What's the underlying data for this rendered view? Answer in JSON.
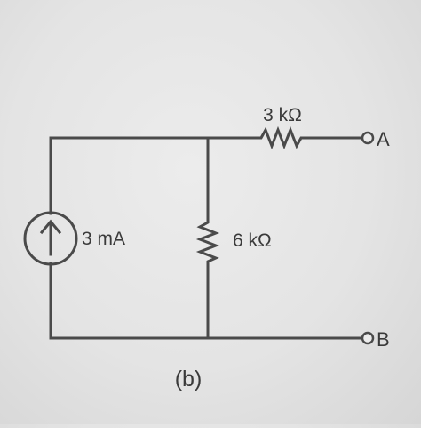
{
  "circuit": {
    "source_label": "3 mA",
    "r_series_label": "3 kΩ",
    "r_shunt_label": "6 kΩ",
    "terminal_a_label": "A",
    "terminal_b_label": "B",
    "caption": "(b)"
  },
  "colors": {
    "wire": "#4a4a4a",
    "background": "#e6e6e6"
  }
}
